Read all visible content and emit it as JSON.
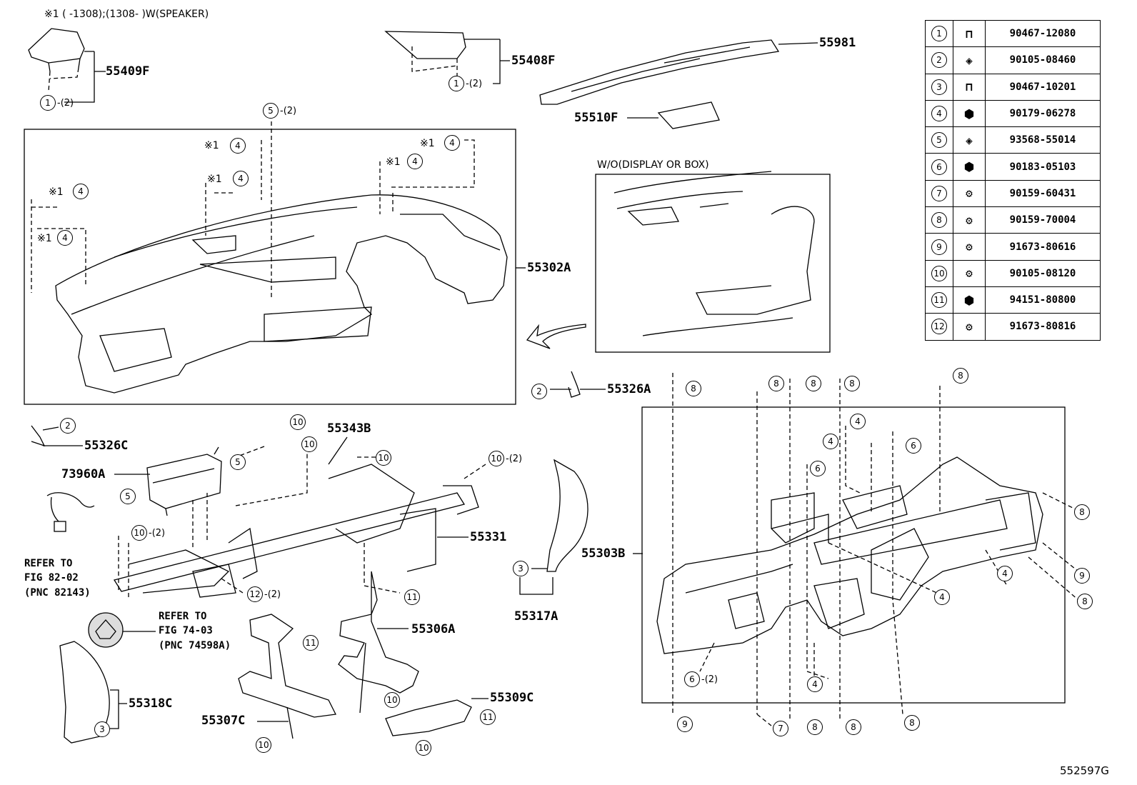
{
  "figure_id": "552597G",
  "note_speaker": "※1 (      -1308);(1308-      )W(SPEAKER)",
  "wo_label": "W/O(DISPLAY OR BOX)",
  "marker": "※1",
  "part_numbers": {
    "p55409F": "55409F",
    "p55408F": "55408F",
    "p55981": "55981",
    "p55510F": "55510F",
    "p55302A": "55302A",
    "p55326A": "55326A",
    "p55326C": "55326C",
    "p55343B": "55343B",
    "p73960A": "73960A",
    "p55331": "55331",
    "p55303B": "55303B",
    "p55317A": "55317A",
    "p55306A": "55306A",
    "p55318C": "55318C",
    "p55309C": "55309C",
    "p55307C": "55307C"
  },
  "refs": {
    "r1": "REFER TO\nFIG 82-02\n(PNC 82143)",
    "r2": "REFER TO\nFIG 74-03\n(PNC 74598A)"
  },
  "qty2": "-(2)",
  "fasteners": [
    {
      "num": "1",
      "icon": "clip-icon",
      "part": "90467-12080"
    },
    {
      "num": "2",
      "icon": "screw-icon",
      "part": "90105-08460"
    },
    {
      "num": "3",
      "icon": "clip-icon",
      "part": "90467-10201"
    },
    {
      "num": "4",
      "icon": "nut-icon",
      "part": "90179-06278"
    },
    {
      "num": "5",
      "icon": "screw-icon",
      "part": "93568-55014"
    },
    {
      "num": "6",
      "icon": "nut-icon",
      "part": "90183-05103"
    },
    {
      "num": "7",
      "icon": "bolt-icon",
      "part": "90159-60431"
    },
    {
      "num": "8",
      "icon": "bolt-icon",
      "part": "90159-70004"
    },
    {
      "num": "9",
      "icon": "bolt-icon",
      "part": "91673-80616"
    },
    {
      "num": "10",
      "icon": "bolt-icon",
      "part": "90105-08120"
    },
    {
      "num": "11",
      "icon": "nut-icon",
      "part": "94151-80800"
    },
    {
      "num": "12",
      "icon": "bolt-icon",
      "part": "91673-80816"
    }
  ],
  "callouts": {
    "n1": "1",
    "n2": "2",
    "n3": "3",
    "n4": "4",
    "n5": "5",
    "n6": "6",
    "n7": "7",
    "n8": "8",
    "n9": "9",
    "n10": "10",
    "n11": "11",
    "n12": "12"
  }
}
